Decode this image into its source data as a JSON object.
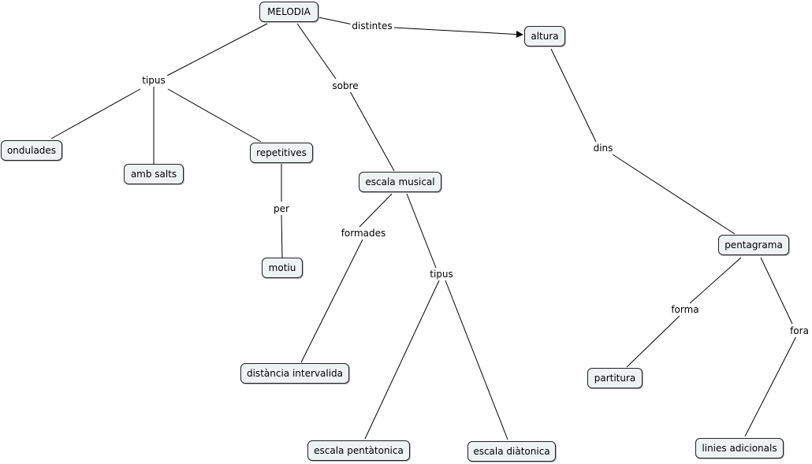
{
  "nodes": {
    "melodia": "MELODIA",
    "altura": "altura",
    "ondulades": "ondulades",
    "amb_salts": "amb salts",
    "repetitives": "repetitives",
    "motiu": "motiu",
    "escala_musical": "escala musical",
    "distancia_intervalida": "distància intervalida",
    "escala_pentatonica": "escala pentàtonica",
    "escala_diatonica": "escala diàtonica",
    "pentagrama": "pentagrama",
    "partitura": "partitura",
    "linies_adicionals": "linies adicionals"
  },
  "labels": {
    "distintes": "distintes",
    "tipus_1": "tipus",
    "sobre": "sobre",
    "per": "per",
    "formades": "formades",
    "tipus_2": "tipus",
    "dins": "dins",
    "forma": "forma",
    "fora": "fora"
  },
  "colors": {
    "node_fill": "#eef2f3",
    "node_border": "#222222",
    "line": "#000000"
  }
}
